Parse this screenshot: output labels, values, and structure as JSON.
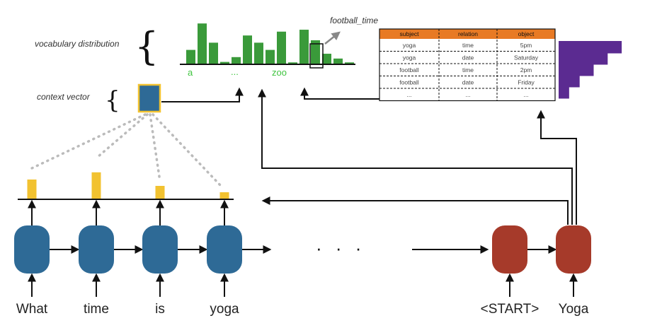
{
  "labels": {
    "vocabulary_distribution": "vocabulary distribution",
    "context_vector": "context vector",
    "football_time": "football_time",
    "ellipsis": "· · ·"
  },
  "vocab_axis_labels": {
    "first": "a",
    "middle": "...",
    "last": "zoo"
  },
  "encoder_words": [
    "What",
    "time",
    "is",
    "yoga"
  ],
  "decoder_words": [
    "<START>",
    "Yoga"
  ],
  "attention_weights": [
    0.45,
    0.62,
    0.3,
    0.15
  ],
  "vocab_distribution": [
    0.3,
    0.85,
    0.45,
    0.05,
    0.15,
    0.6,
    0.45,
    0.3,
    0.68,
    0.04,
    0.72,
    0.5,
    0.22,
    0.12,
    0.04
  ],
  "table": {
    "headers": [
      "subject",
      "relation",
      "object"
    ],
    "rows": [
      [
        "yoga",
        "time",
        "5pm"
      ],
      [
        "yoga",
        "date",
        "Saturday"
      ],
      [
        "football",
        "time",
        "2pm"
      ],
      [
        "football",
        "date",
        "Friday"
      ],
      [
        "...",
        "...",
        "..."
      ]
    ]
  },
  "table_distribution": [
    0.9,
    0.7,
    0.5,
    0.3,
    0.15
  ],
  "colors": {
    "encoder_cell": "#2e6a96",
    "decoder_cell": "#a63a2a",
    "attention_bar": "#f2c230",
    "vocab_bar": "#3a9a3a",
    "table_header": "#e87a24",
    "table_dist": "#5b2b91",
    "context_vector": "#2e6a96",
    "context_vector_border": "#f2c230"
  }
}
